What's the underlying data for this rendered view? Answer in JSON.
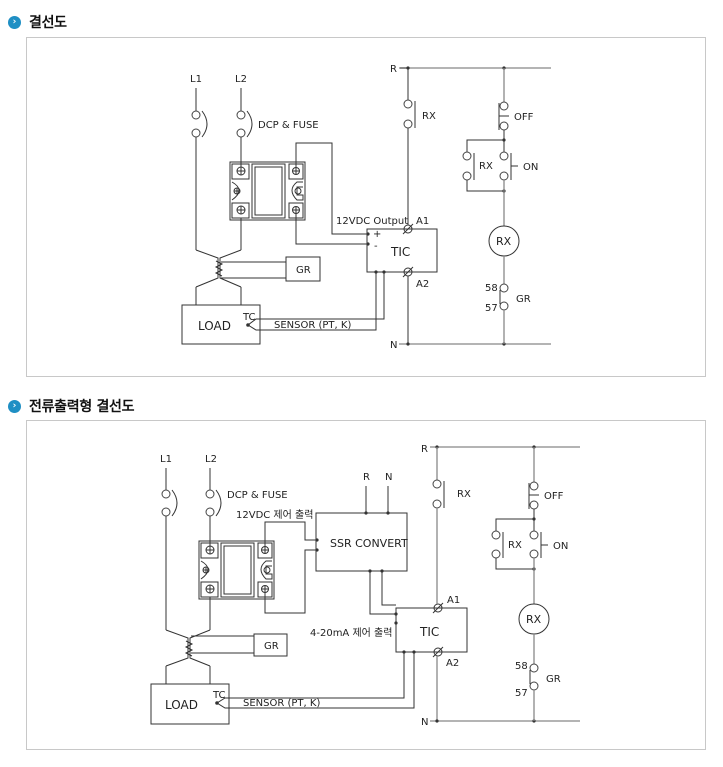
{
  "sections": [
    {
      "title": "결선도",
      "labels": {
        "l1": "L1",
        "l2": "L2",
        "dcp_fuse": "DCP & FUSE",
        "output": "12VDC Output",
        "plus": "+",
        "minus": "-",
        "tic": "TIC",
        "a1": "A1",
        "a2": "A2",
        "gr_box": "GR",
        "load": "LOAD",
        "tc": "TC",
        "sensor": "SENSOR  (PT, K)",
        "r": "R",
        "n": "N",
        "rx_contact": "RX",
        "off": "OFF",
        "rx_hold": "RX",
        "on": "ON",
        "rx_coil": "RX",
        "t58": "58",
        "t57": "57",
        "gr_contact": "GR"
      }
    },
    {
      "title": "전류출력형 결선도",
      "labels": {
        "l1": "L1",
        "l2": "L2",
        "dcp_fuse": "DCP & FUSE",
        "ctrl_out": "12VDC 제어 출력",
        "ssr_convert": "SSR CONVERT",
        "ssr_r": "R",
        "ssr_n": "N",
        "ma_out": "4-20mA 제어 출력",
        "tic": "TIC",
        "a1": "A1",
        "a2": "A2",
        "gr_box": "GR",
        "load": "LOAD",
        "tc": "TC",
        "sensor": "SENSOR  (PT, K)",
        "r": "R",
        "n": "N",
        "rx_contact": "RX",
        "off": "OFF",
        "rx_hold": "RX",
        "on": "ON",
        "rx_coil": "RX",
        "t58": "58",
        "t57": "57",
        "gr_contact": "GR"
      }
    }
  ],
  "icons": {
    "section_bullet": "chevron-right-circle-icon",
    "bullet_glyph": "›"
  }
}
